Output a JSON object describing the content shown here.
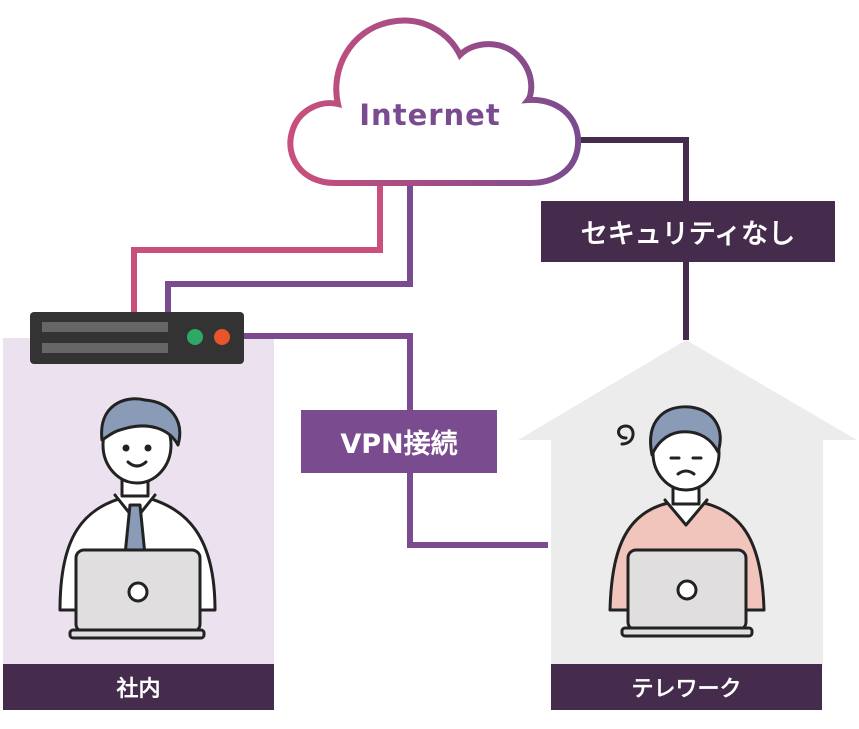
{
  "cloud": {
    "label": "Internet"
  },
  "labels": {
    "vpn": "VPN接続",
    "no_security": "セキュリティなし",
    "office": "社内",
    "telework": "テレワーク"
  },
  "colors": {
    "pink": "#c94f7c",
    "purple": "#7a4b8f",
    "dark_plum": "#452b4c",
    "office_bg": "#ebe1ef",
    "house_bg": "#ececec",
    "server_body": "#333333",
    "led_green": "#2fa866",
    "led_orange": "#e8542b"
  }
}
